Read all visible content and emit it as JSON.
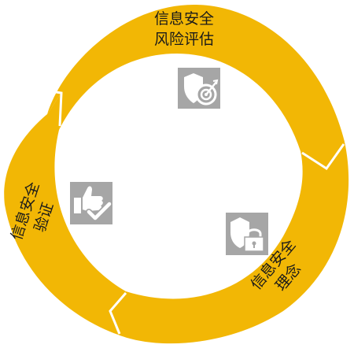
{
  "cycle": {
    "ring_color": "#F2B705",
    "icon_bg_color": "#A6A6A6",
    "stages": [
      {
        "line1": "信息安全",
        "line2": "风险评估",
        "icon": "shield-target-icon"
      },
      {
        "line1": "信息安全",
        "line2": "理念",
        "icon": "shield-lock-icon"
      },
      {
        "line1": "信息安全",
        "line2": "验证",
        "icon": "thumbs-up-check-icon"
      }
    ]
  }
}
